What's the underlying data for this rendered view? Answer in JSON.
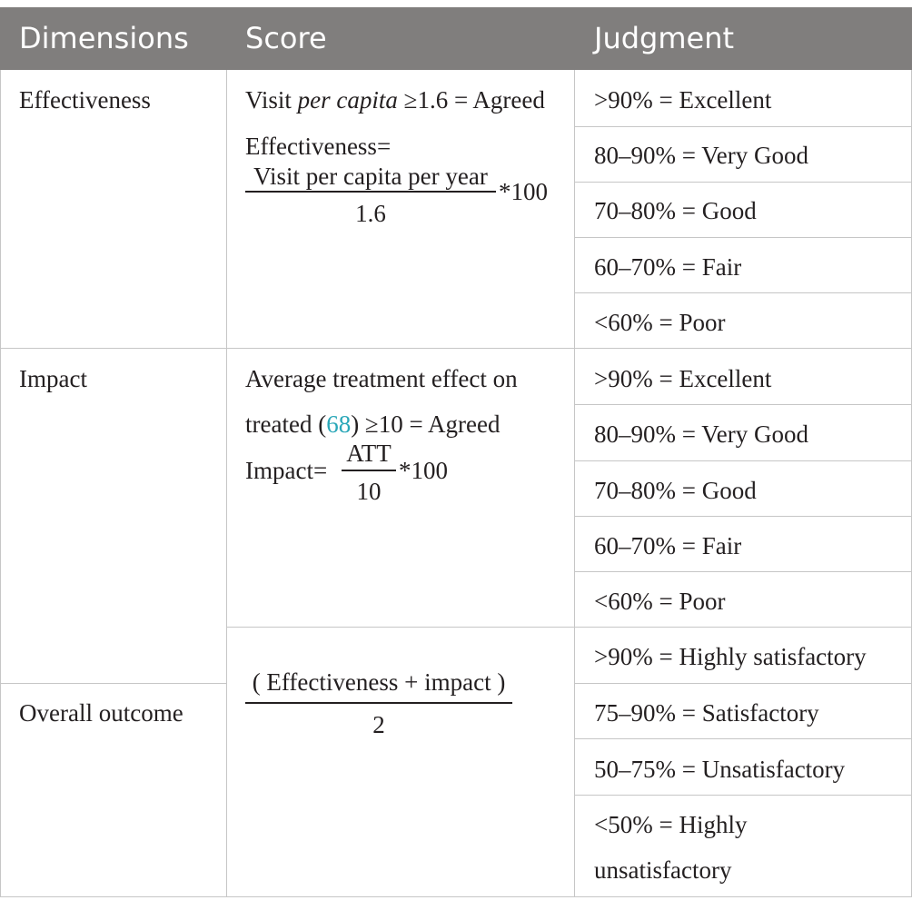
{
  "table": {
    "headers": [
      "Dimensions",
      "Score",
      "Judgment"
    ],
    "dimensions": {
      "effectiveness": "Effectiveness",
      "impact": "Impact",
      "overall": "Overall outcome"
    },
    "score": {
      "effectiveness": {
        "line1_prefix": "Visit ",
        "line1_italic": "per capita",
        "line1_suffix": " ≥1.6 = Agreed",
        "formula_label": "Effectiveness=",
        "numerator": "Visit per capita per year",
        "denominator": "1.6",
        "multiplier": "*100"
      },
      "impact": {
        "line1": "Average treatment effect on",
        "line2_prefix": "treated (",
        "citation": "68",
        "line2_suffix": ") ≥10 = Agreed",
        "formula_label": "Impact=",
        "numerator": "ATT",
        "denominator": "10",
        "multiplier": "*100"
      },
      "overall": {
        "numerator": "( Effectiveness + impact )",
        "denominator": "2"
      }
    },
    "judgment": {
      "effectiveness": [
        ">90% = Excellent",
        "80–90% = Very Good",
        "70–80% = Good",
        "60–70% = Fair",
        "<60% = Poor"
      ],
      "impact": [
        ">90% = Excellent",
        "80–90% = Very Good",
        "70–80% = Good",
        "60–70% = Fair",
        "<60% = Poor"
      ],
      "overall": [
        ">90% = Highly satisfactory",
        "75–90% = Satisfactory",
        "50–75% = Unsatisfactory"
      ],
      "overall_last_line1": "<50% = Highly",
      "overall_last_line2": "unsatisfactory"
    }
  }
}
